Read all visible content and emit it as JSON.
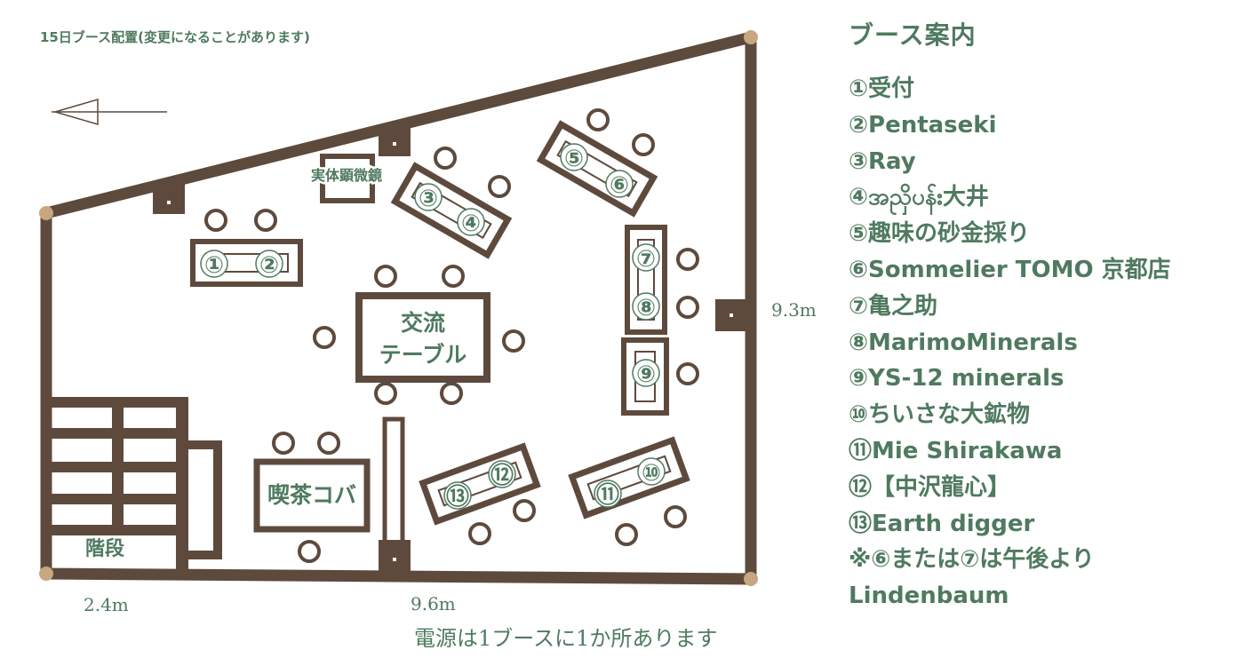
{
  "map_title": "15日ブース配置(変更になることがあります)",
  "rooms": {
    "microscope": "実体顕微鏡",
    "exchange_line1": "交流",
    "exchange_line2": "テーブル",
    "cafe": "喫茶コバ",
    "stairs": "階段"
  },
  "booth_numbers": [
    "①",
    "②",
    "③",
    "④",
    "⑤",
    "⑥",
    "⑦",
    "⑧",
    "⑨",
    "⑩",
    "⑪",
    "⑫",
    "⑬"
  ],
  "dimensions": {
    "right_wall": "9.3m",
    "bottom_left": "2.4m",
    "bottom_wall": "9.6m"
  },
  "power_note": "電源は1ブースに1か所あります",
  "legend": {
    "title": "ブース案内",
    "items": [
      "①受付",
      "②Pentaseki",
      "③Ray",
      "④အညှိပန်း大井",
      "⑤趣味の砂金採り",
      "⑥Sommelier TOMO 京都店",
      "⑦亀之助",
      "⑧MarimoMinerals",
      "⑨YS-12 minerals",
      "⑩ちいさな大鉱物",
      "⑪Mie Shirakawa",
      "⑫【中沢龍心】",
      "⑬Earth digger",
      "※⑥または⑦は午後より",
      "Lindenbaum"
    ]
  },
  "colors": {
    "wall": "#5e4a3d",
    "text": "#4f7a5f",
    "corner": "#c7a77f"
  }
}
